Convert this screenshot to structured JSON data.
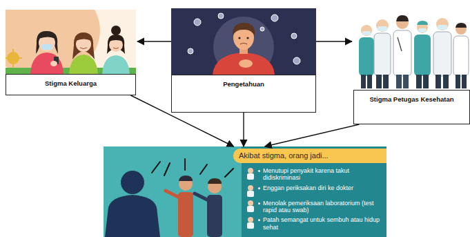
{
  "diagram": {
    "nodes": [
      {
        "text": [
          "Stigma Keluarga"
        ]
      },
      {
        "text": [
          "Pengetahuan"
        ]
      },
      {
        "text": [
          "Stigma Petugas Kesehatan"
        ]
      },
      {
        "text": [
          "Akibat stigma, orang jadi...",
          "Menutupi penyakit karena takut didiskriminasi",
          "Enggan periksakan diri ke dokter",
          "Menolak pemeriksaan laboratorium (test rapid atau swab)",
          "Patah semangat untuk sembuh atau hidup sehat"
        ]
      }
    ],
    "edges": [
      {
        "from": 0,
        "to": 3,
        "arrow": "to"
      },
      {
        "from": 1,
        "to": 3,
        "arrow": "to"
      },
      {
        "from": 2,
        "to": 3,
        "arrow": "to"
      }
    ]
  }
}
